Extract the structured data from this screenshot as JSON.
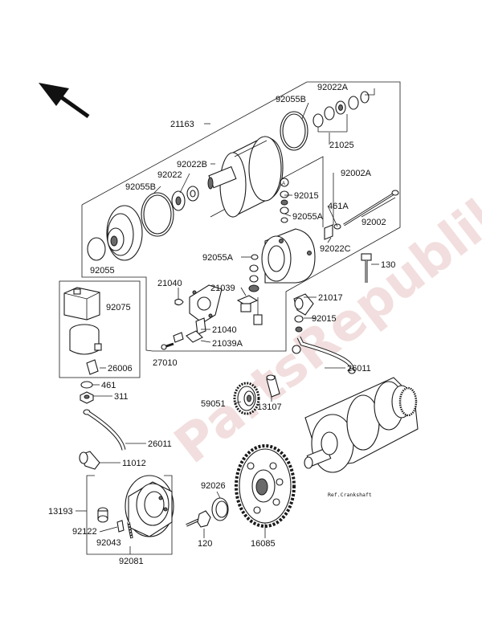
{
  "watermark": "PartsRepublik",
  "reference_note": "Ref.Crankshaft",
  "labels": [
    {
      "id": "92022A",
      "text": "92022A"
    },
    {
      "id": "92055B_top",
      "text": "92055B"
    },
    {
      "id": "21163",
      "text": "21163"
    },
    {
      "id": "21025",
      "text": "21025"
    },
    {
      "id": "92022B",
      "text": "92022B"
    },
    {
      "id": "92022",
      "text": "92022"
    },
    {
      "id": "92055B",
      "text": "92055B"
    },
    {
      "id": "92002A",
      "text": "92002A"
    },
    {
      "id": "92015_a",
      "text": "92015"
    },
    {
      "id": "461A",
      "text": "461A"
    },
    {
      "id": "92055A_a",
      "text": "92055A"
    },
    {
      "id": "92002",
      "text": "92002"
    },
    {
      "id": "92022C",
      "text": "92022C"
    },
    {
      "id": "92055A_b",
      "text": "92055A"
    },
    {
      "id": "130",
      "text": "130"
    },
    {
      "id": "92055",
      "text": "92055"
    },
    {
      "id": "21040_a",
      "text": "21040"
    },
    {
      "id": "21039",
      "text": "21039"
    },
    {
      "id": "92075",
      "text": "92075"
    },
    {
      "id": "21017",
      "text": "21017"
    },
    {
      "id": "92015_b",
      "text": "92015"
    },
    {
      "id": "21040_b",
      "text": "21040"
    },
    {
      "id": "21039A",
      "text": "21039A"
    },
    {
      "id": "26006",
      "text": "26006"
    },
    {
      "id": "27010",
      "text": "27010"
    },
    {
      "id": "26011_a",
      "text": "26011"
    },
    {
      "id": "461",
      "text": "461"
    },
    {
      "id": "311",
      "text": "311"
    },
    {
      "id": "59051",
      "text": "59051"
    },
    {
      "id": "13107",
      "text": "13107"
    },
    {
      "id": "26011_b",
      "text": "26011"
    },
    {
      "id": "11012",
      "text": "11012"
    },
    {
      "id": "92026",
      "text": "92026"
    },
    {
      "id": "13193",
      "text": "13193"
    },
    {
      "id": "92122",
      "text": "92122"
    },
    {
      "id": "92043",
      "text": "92043"
    },
    {
      "id": "120",
      "text": "120"
    },
    {
      "id": "16085",
      "text": "16085"
    },
    {
      "id": "92081",
      "text": "92081"
    }
  ],
  "callout_letter": "A"
}
